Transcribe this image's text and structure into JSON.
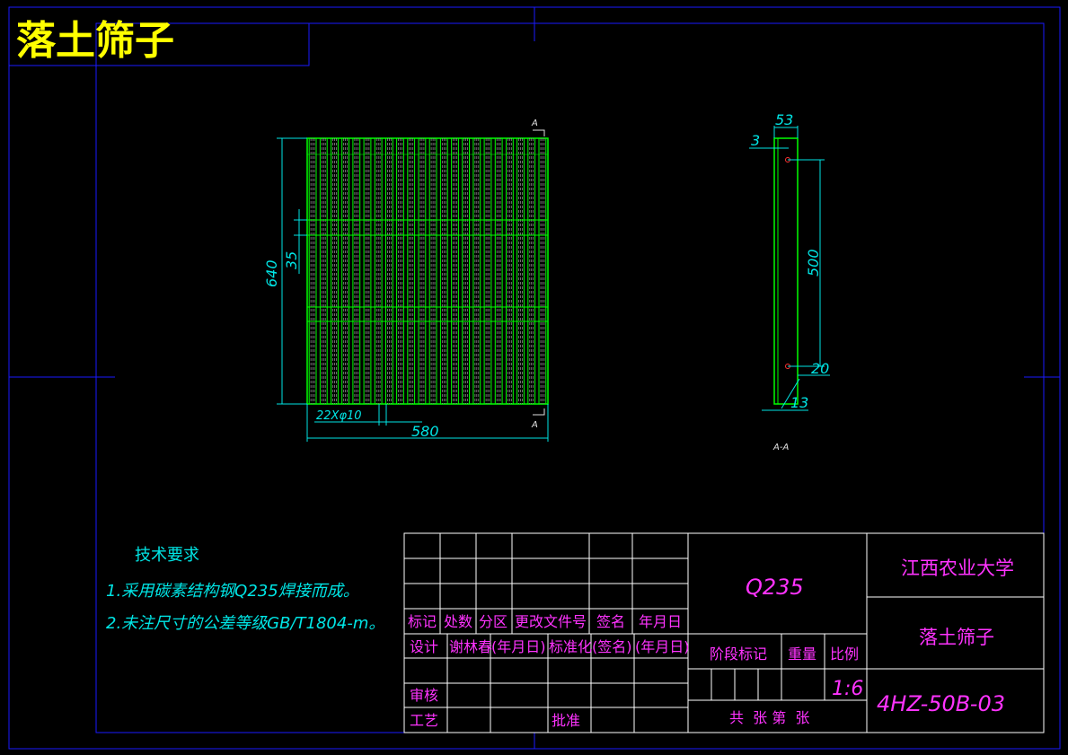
{
  "sheet_title": "落土筛子",
  "dimensions": {
    "height": "640",
    "spacing": "35",
    "holes": "22Xφ10",
    "width": "580",
    "section_marker": "A",
    "side_53": "53",
    "side_3": "3",
    "side_500": "500",
    "side_20": "20",
    "side_13": "13",
    "section_label": "A-A"
  },
  "technical_requirements": {
    "heading": "技术要求",
    "items": [
      "1.采用碳素结构钢Q235焊接而成。",
      "2.未注尺寸的公差等级GB/T1804-m。"
    ]
  },
  "title_block": {
    "material": "Q235",
    "university": "江西农业大学",
    "part_name": "落土筛子",
    "drawing_number": "4HZ-50B-03",
    "scale": "1:6",
    "header_labels": [
      "标记",
      "处数",
      "分区",
      "更改文件号",
      "签名",
      "年月日"
    ],
    "design_row": [
      "设计",
      "谢林春",
      "(年月日)",
      "标准化",
      "(签名)",
      "(年月日)"
    ],
    "stage_label": "阶段标记",
    "weight_label": "重量",
    "ratio_label": "比例",
    "review_label": "审核",
    "process_label": "工艺",
    "approve_label": "批准",
    "sheets_label": "共  张 第  张"
  },
  "colors": {
    "frame": "#1a1aff",
    "part": "#00ff00",
    "dimension": "#00e5e5",
    "hatch": "#b0b0b0",
    "title_text": "#ffff00",
    "block_text": "#ff33ff",
    "block_lines": "#ffffff"
  }
}
